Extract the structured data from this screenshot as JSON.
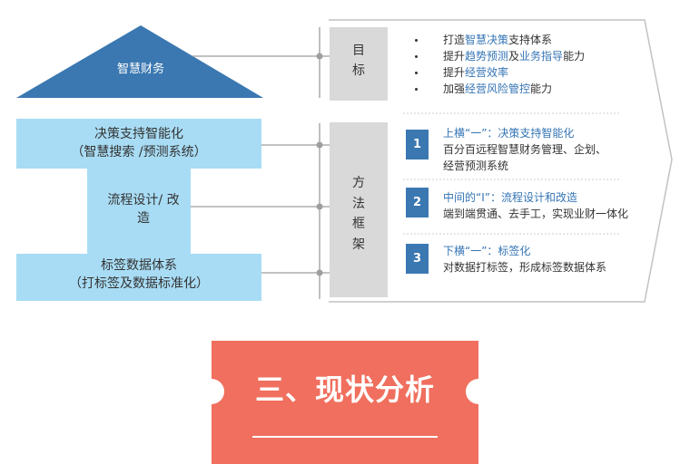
{
  "colors": {
    "accent": "#3b78b1",
    "pillar": "#a8dcf4",
    "panel": "#d9d9d9",
    "connector": "#9e9e9e",
    "outline": "#c2c2c2",
    "divider": "#cccccc",
    "highlight": "#3474b4",
    "text": "#333333",
    "ticket": "#f06f5e"
  },
  "roof": {
    "label": "智慧财务"
  },
  "pillar": {
    "top": {
      "line1": "决策支持智能化",
      "line2": "（智慧搜索 /预测系统）"
    },
    "middle": {
      "line1": "流程设计/ 改",
      "line2": "造"
    },
    "bottom": {
      "line1": "标签数据体系",
      "line2": "（打标签及数据标准化）"
    }
  },
  "goals": {
    "label": "目标",
    "items": [
      {
        "parts": [
          "打造",
          "智慧决策",
          "支持体系"
        ]
      },
      {
        "parts": [
          "提升",
          "趋势预测",
          "及",
          "业务指导",
          "能力"
        ]
      },
      {
        "parts": [
          "提升",
          "经营效率"
        ]
      },
      {
        "parts": [
          "加强",
          "经营风险管控",
          "能力"
        ]
      }
    ]
  },
  "framework": {
    "label": "方法框架",
    "steps": [
      {
        "number": "1",
        "title": "上横“一”：决策支持智能化",
        "desc": [
          "百分百远程智慧财务管理、企划、",
          "经营预测系统"
        ]
      },
      {
        "number": "2",
        "title": "中间的“I”：流程设计和改造",
        "desc": [
          "端到端贯通、去手工，实现业财一体化"
        ]
      },
      {
        "number": "3",
        "title": "下横“一”：标签化",
        "desc": [
          "对数据打标签，形成标签数据体系"
        ]
      }
    ]
  },
  "section": {
    "title": "三、现状分析"
  }
}
